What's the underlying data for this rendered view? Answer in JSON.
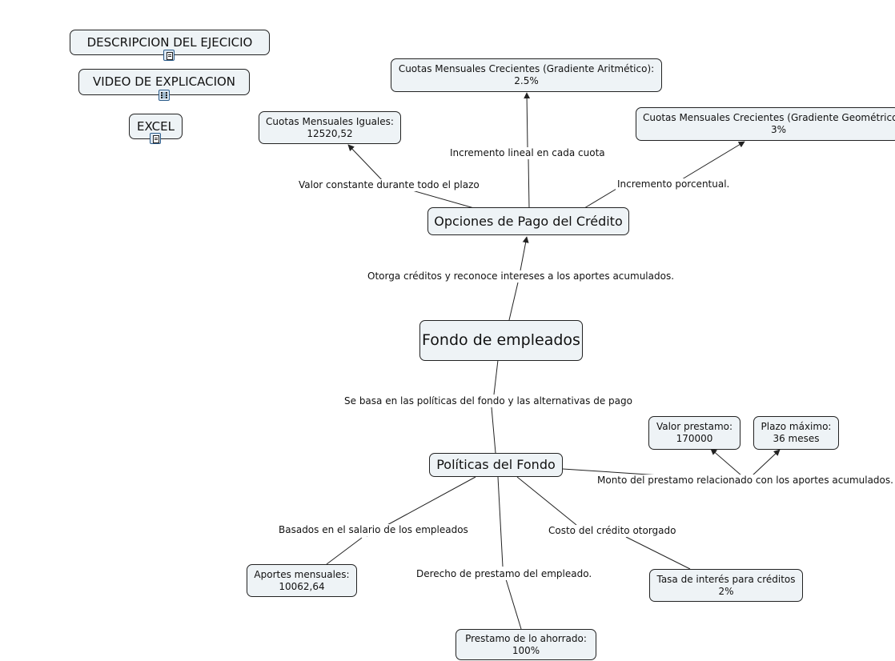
{
  "resources": {
    "descripcion": {
      "label": "DESCRIPCION DEL EJECICIO",
      "icon": "document-icon"
    },
    "video": {
      "label": "VIDEO DE EXPLICACION",
      "icon": "video-icon"
    },
    "excel": {
      "label": "EXCEL",
      "icon": "document-icon"
    }
  },
  "nodes": {
    "fondo": {
      "text": "Fondo de empleados"
    },
    "opciones": {
      "text": "Opciones de Pago del Crédito"
    },
    "politicas": {
      "text": "Políticas del Fondo"
    },
    "cuotas_iguales": {
      "line1": "Cuotas Mensuales Iguales:",
      "line2": "12520,52"
    },
    "gradiente_arit": {
      "line1": "Cuotas Mensuales Crecientes (Gradiente Aritmético):",
      "line2": "2.5%"
    },
    "gradiente_geom": {
      "line1": "Cuotas Mensuales Crecientes (Gradiente Geométrico",
      "line2": "3%"
    },
    "valor_prestamo": {
      "line1": "Valor prestamo:",
      "line2": "170000"
    },
    "plazo_maximo": {
      "line1": "Plazo máximo:",
      "line2": "36 meses"
    },
    "aportes": {
      "line1": "Aportes mensuales:",
      "line2": "10062,64"
    },
    "prestamo_ahorrado": {
      "line1": "Prestamo de lo ahorrado:",
      "line2": "100%"
    },
    "tasa_interes": {
      "line1": "Tasa de interés para créditos",
      "line2": "2%"
    }
  },
  "links": {
    "valor_constante": "Valor constante durante todo el plazo",
    "incremento_lineal": "Incremento lineal en cada cuota",
    "incremento_porcentual": "Incremento porcentual.",
    "otorga_creditos": "Otorga créditos y reconoce intereses a los aportes acumulados.",
    "se_basa": "Se basa en las políticas del fondo y las alternativas de pago",
    "monto_prestamo": "Monto del prestamo relacionado con los aportes acumulados.",
    "basados_salario": "Basados en el salario de los empleados",
    "costo_credito": "Costo del crédito otorgado",
    "derecho_prestamo": "Derecho de prestamo del empleado."
  },
  "colors": {
    "node_fill": "#eef3f6",
    "node_border": "#222222",
    "line": "#222222",
    "icon_accent": "#2c5c8a"
  }
}
